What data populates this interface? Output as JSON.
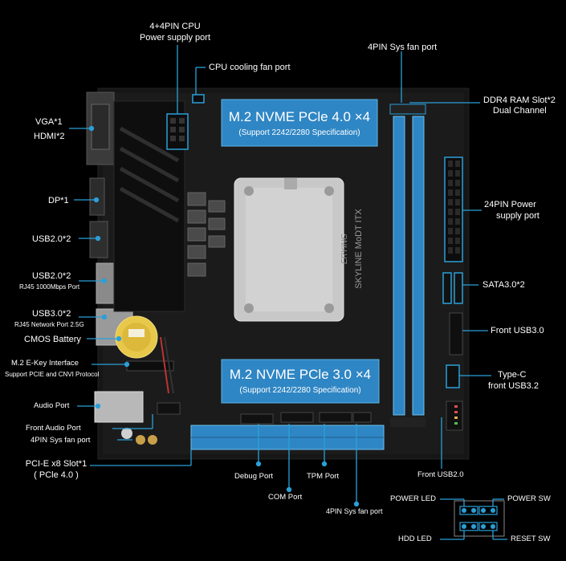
{
  "accent_color": "#2aa0d8",
  "board": {
    "model_text": "SKYLINE MoDT ITX",
    "brand_text": "ERYING",
    "m2_top": {
      "title": "M.2 NVME PCle 4.0 ×4",
      "subtitle": "(Support 2242/2280 Specification)"
    },
    "m2_bottom": {
      "title": "M.2 NVME PCle 3.0 ×4",
      "subtitle": "(Support 2242/2280 Specification)"
    }
  },
  "labels": {
    "cpu_power": "4+4PIN CPU",
    "cpu_power2": "Power supply port",
    "cpu_fan": "CPU cooling fan port",
    "sys_fan_top": "4PIN Sys fan port",
    "ddr4": "DDR4 RAM Slot*2",
    "ddr4_2": "Dual Channel",
    "vga": "VGA*1",
    "hdmi": "HDMI*2",
    "dp": "DP*1",
    "usb20_1": "USB2.0*2",
    "usb20_2": "USB2.0*2",
    "rj45_1g": "RJ45 1000Mbps Port",
    "usb30": "USB3.0*2",
    "rj45_25g": "RJ45 Network Port 2.5G",
    "cmos": "CMOS Battery",
    "m2e": "M.2 E-Key Interface",
    "m2e_sub": "Support PCIE and CNVI Protocol",
    "audio": "Audio Port",
    "front_audio": "Front Audio Port",
    "sys_fan_left": "4PIN Sys fan port",
    "pcie": "PCI-E x8 Slot*1",
    "pcie_sub": "( PCle 4.0 )",
    "atx24": "24PIN Power",
    "atx24_2": "supply port",
    "sata": "SATA3.0*2",
    "front_usb30": "Front USB3.0",
    "typec": "Type-C",
    "typec2": "front USB3.2",
    "front_usb20": "Front USB2.0",
    "debug": "Debug Port",
    "tpm": "TPM Port",
    "com": "COM Port",
    "sys_fan_bottom": "4PIN Sys fan port",
    "power_led": "POWER LED",
    "power_sw": "POWER SW",
    "hdd_led": "HDD LED",
    "reset_sw": "RESET SW"
  }
}
